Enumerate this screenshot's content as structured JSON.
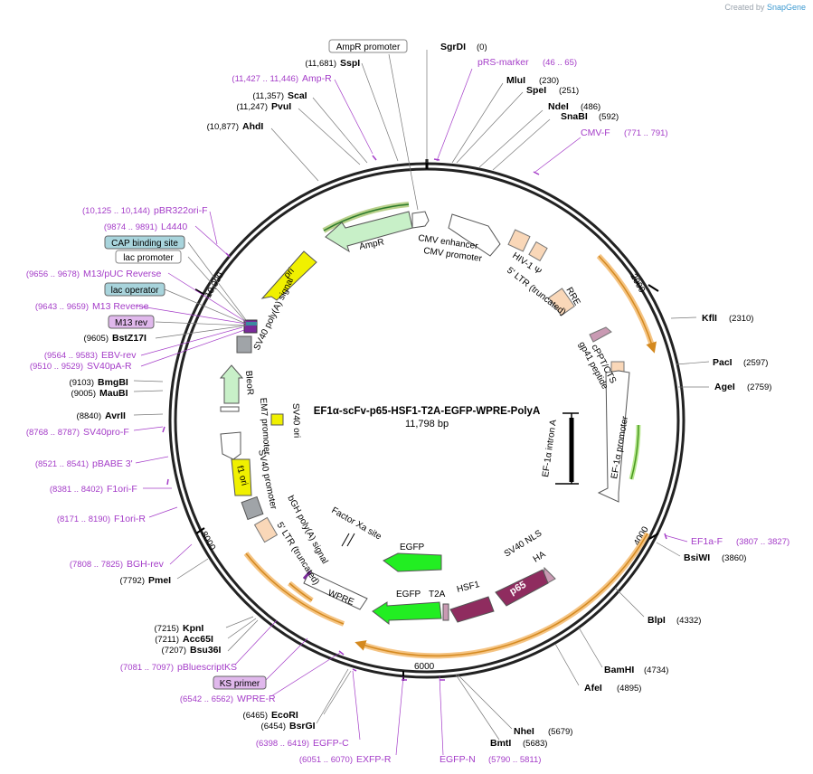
{
  "credit": {
    "prefix": "Created by",
    "brand": "SnapGene"
  },
  "plasmid": {
    "name": "EF1α-scFv-p65-HSF1-T2A-EGFP-WPRE-PolyA",
    "size": "11,798 bp"
  },
  "ticks": [
    "2000",
    "4000",
    "6000",
    "8000",
    "10,000"
  ],
  "sites": [
    {
      "name": "SgrDI",
      "pos": "(0)"
    },
    {
      "name": "MluI",
      "pos": "(230)"
    },
    {
      "name": "SpeI",
      "pos": "(251)"
    },
    {
      "name": "NdeI",
      "pos": "(486)"
    },
    {
      "name": "SnaBI",
      "pos": "(592)"
    },
    {
      "name": "KflI",
      "pos": "(2310)"
    },
    {
      "name": "PacI",
      "pos": "(2597)"
    },
    {
      "name": "AgeI",
      "pos": "(2759)"
    },
    {
      "name": "BsiWI",
      "pos": "(3860)"
    },
    {
      "name": "BlpI",
      "pos": "(4332)"
    },
    {
      "name": "BamHI",
      "pos": "(4734)"
    },
    {
      "name": "AfeI",
      "pos": "(4895)"
    },
    {
      "name": "NheI",
      "pos": "(5679)"
    },
    {
      "name": "BmtI",
      "pos": "(5683)"
    },
    {
      "name": "EcoRI",
      "pos": "(6465)"
    },
    {
      "name": "BsrGI",
      "pos": "(6454)"
    },
    {
      "name": "KpnI",
      "pos": "(7215)"
    },
    {
      "name": "Acc65I",
      "pos": "(7211)"
    },
    {
      "name": "Bsu36I",
      "pos": "(7207)"
    },
    {
      "name": "PmeI",
      "pos": "(7792)"
    },
    {
      "name": "AvrII",
      "pos": "(8840)"
    },
    {
      "name": "BmgBI",
      "pos": "(9103)"
    },
    {
      "name": "MauBI",
      "pos": "(9005)"
    },
    {
      "name": "BstZ17I",
      "pos": "(9605)"
    },
    {
      "name": "AhdI",
      "pos": "(10,877)"
    },
    {
      "name": "PvuI",
      "pos": "(11,247)"
    },
    {
      "name": "ScaI",
      "pos": "(11,357)"
    },
    {
      "name": "SspI",
      "pos": "(11,681)"
    }
  ],
  "primers": [
    {
      "name": "pRS-marker",
      "range": "(46 .. 65)"
    },
    {
      "name": "CMV-F",
      "range": "(771 .. 791)"
    },
    {
      "name": "EF1a-F",
      "range": "(3807 .. 3827)"
    },
    {
      "name": "EGFP-N",
      "range": "(5790 .. 5811)"
    },
    {
      "name": "EXFP-R",
      "range": "(6051 .. 6070)"
    },
    {
      "name": "EGFP-C",
      "range": "(6398 .. 6419)"
    },
    {
      "name": "WPRE-R",
      "range": "(6542 .. 6562)"
    },
    {
      "name": "pBluescriptKS",
      "range": "(7081 .. 7097)"
    },
    {
      "name": "BGH-rev",
      "range": "(7808 .. 7825)"
    },
    {
      "name": "F1ori-R",
      "range": "(8171 .. 8190)"
    },
    {
      "name": "F1ori-F",
      "range": "(8381 .. 8402)"
    },
    {
      "name": "pBABE 3'",
      "range": "(8521 .. 8541)"
    },
    {
      "name": "SV40pro-F",
      "range": "(8768 .. 8787)"
    },
    {
      "name": "SV40pA-R",
      "range": "(9510 .. 9529)"
    },
    {
      "name": "EBV-rev",
      "range": "(9564 .. 9583)"
    },
    {
      "name": "M13 Reverse",
      "range": "(9643 .. 9659)"
    },
    {
      "name": "M13/pUC Reverse",
      "range": "(9656 .. 9678)"
    },
    {
      "name": "L4440",
      "range": "(9874 .. 9891)"
    },
    {
      "name": "pBR322ori-F",
      "range": "(10,125 .. 10,144)"
    },
    {
      "name": "Amp-R",
      "range": "(11,427 .. 11,446)"
    }
  ],
  "boxed_labels": [
    {
      "name": "AmpR promoter",
      "style": "plain"
    },
    {
      "name": "CAP binding site",
      "style": "teal"
    },
    {
      "name": "lac promoter",
      "style": "plain"
    },
    {
      "name": "lac operator",
      "style": "teal"
    },
    {
      "name": "M13 rev",
      "style": "purple"
    },
    {
      "name": "KS primer",
      "style": "purple"
    }
  ],
  "features": {
    "ampr": "AmpR",
    "cmv_enhancer": "CMV enhancer",
    "cmv_promoter": "CMV promoter",
    "hiv_psi": "HIV-1 Ψ",
    "ltr5": "5' LTR (truncated)",
    "rre": "RRE",
    "cppt": "cPPT/CTS",
    "gp41": "gp41 peptide",
    "ef1a_intron": "EF-1α intron A",
    "ef1a_promoter": "EF-1α promoter",
    "sv40_nls": "SV40 NLS",
    "ha": "HA",
    "p65": "p65",
    "hsf1": "HSF1",
    "t2a": "T2A",
    "egfp1": "EGFP",
    "egfp2": "EGFP",
    "factor_xa": "Factor Xa site",
    "wpre": "WPRE",
    "ltr5b": "5' LTR (truncated)",
    "bgh": "bGH poly(A) signal",
    "sv40_promoter": "SV40 promoter",
    "f1ori": "f1 ori",
    "em7": "EM7 promoter",
    "bleor": "BleoR",
    "sv40_ori": "SV40 ori",
    "sv40_polya": "SV40 poly(A) signal",
    "ori": "ori"
  },
  "colors": {
    "primer": "#a43cc8",
    "orange_band": "#f5c483",
    "orange_line": "#d4891f",
    "green_arrow": "#22ee22",
    "p65": "#8f2c5f",
    "yellow": "#f0f000",
    "promoter_green": "#c8f0c8"
  }
}
